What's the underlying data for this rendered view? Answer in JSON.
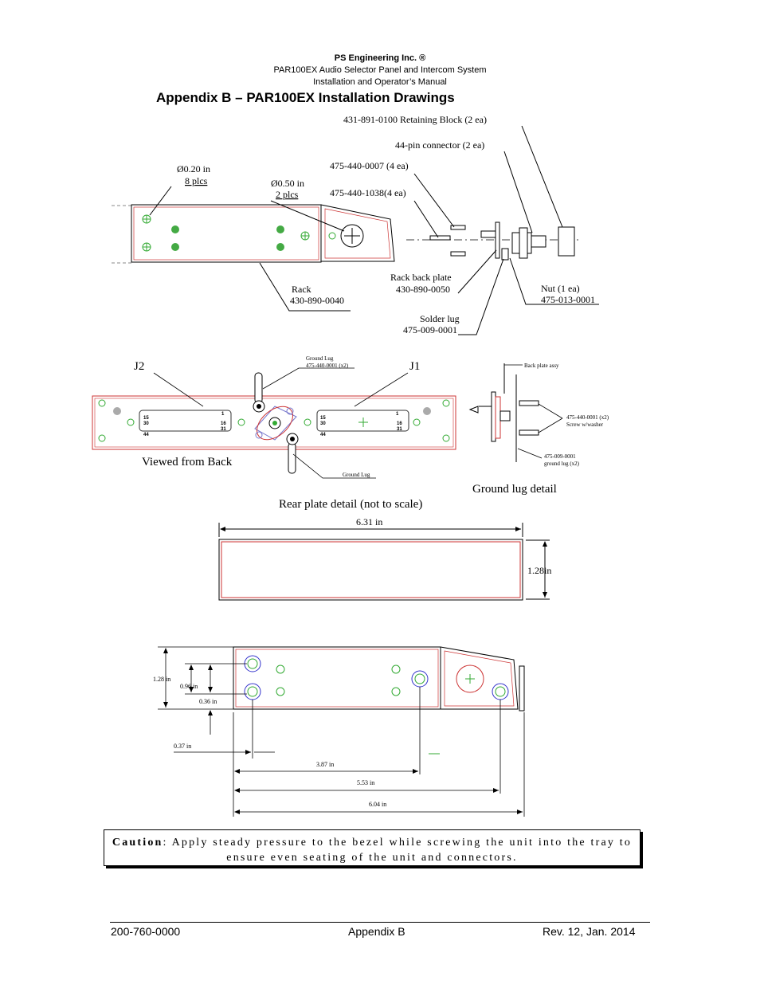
{
  "header": {
    "company": "PS Engineering Inc. ®",
    "product": "PAR100EX Audio Selector Panel and Intercom System",
    "manual": "Installation and Operator’s Manual"
  },
  "title": "Appendix B – PAR100EX Installation Drawings",
  "drawing1": {
    "retaining_block": "431-891-0100 Retaining Block (2 ea)",
    "connector": "44-pin connector (2 ea)",
    "screw_a": "475-440-0007 (4 ea)",
    "screw_b": "475-440-1038(4 ea)",
    "hole_small_dia": "Ø0.20 in",
    "hole_small_count": "8 plcs",
    "hole_large_dia": "Ø0.50 in",
    "hole_large_count": "2 plcs",
    "rack_label": "Rack",
    "rack_pn": "430-890-0040",
    "back_plate_label": "Rack back plate",
    "back_plate_pn": "430-890-0050",
    "nut_label": "Nut (1 ea)",
    "nut_pn": "475-013-0001",
    "solder_lug_label": "Solder lug",
    "solder_lug_pn": "475-009-0001"
  },
  "drawing2": {
    "j2": "J2",
    "j1": "J1",
    "ground_lug_top_label": "Ground Lug",
    "ground_lug_top_pn": "475-440-0001 (x2)",
    "ground_lug_bottom": "Ground Lug",
    "pins": {
      "p15": "15",
      "p30": "30",
      "p1": "1",
      "p16": "16",
      "p31": "31",
      "p44": "44"
    },
    "viewed_from_back": "Viewed from Back",
    "rear_plate_caption": "Rear plate detail (not to scale)",
    "back_plate_assy": "Back plate assy",
    "screw_label_pn": "475-440-0001 (x2)",
    "screw_label_desc": "Screw w/washer",
    "ground_lug_pn": "475-009-0001",
    "ground_lug_desc": "ground lug (x2)",
    "ground_lug_detail": "Ground lug detail"
  },
  "drawing3": {
    "width": "6.31 in",
    "height": "1.28in"
  },
  "drawing4": {
    "height_total": "1.28 in",
    "height_upper": "0.96 in",
    "height_lower": "0.36 in",
    "edge_offset": "0.37 in",
    "dim_a": "3.87 in",
    "dim_b": "5.53 in",
    "dim_c": "6.04 in"
  },
  "caution": {
    "label": "Caution",
    "text": ": Apply steady pressure to the bezel while screwing the unit into the tray to ensure even seating of the unit and connectors."
  },
  "footer": {
    "left": "200-760-0000",
    "center": "Appendix B",
    "right": "Rev. 12, Jan. 2014"
  }
}
